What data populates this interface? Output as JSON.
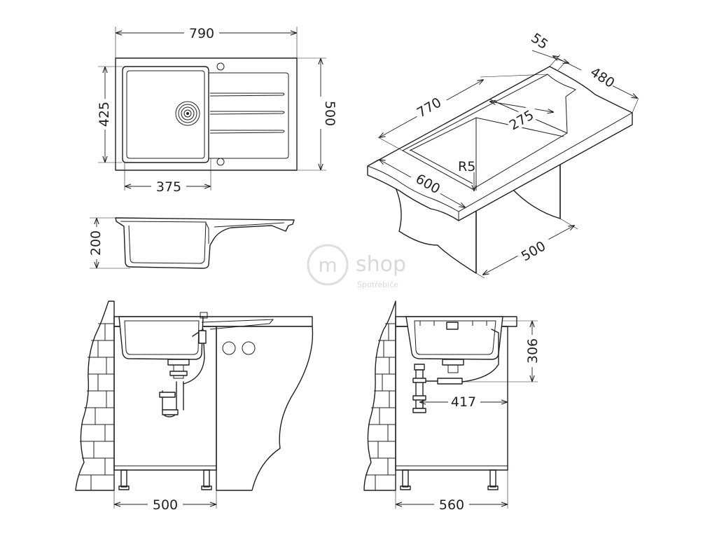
{
  "dimensions": {
    "top_width": "790",
    "top_depth": "500",
    "bowl_depth_width": "425",
    "bowl_width": "375",
    "bowl_height": "200",
    "iso_length": "770",
    "iso_rim": "55",
    "iso_depth": "480",
    "iso_bowl_width": "275",
    "iso_radius": "R5",
    "iso_cabinet_width": "600",
    "iso_cabinet_depth": "500",
    "front_cabinet_width": "500",
    "side_drain_height": "306",
    "side_drain_offset": "417",
    "side_cabinet_depth": "560"
  },
  "watermark": {
    "logo": "m",
    "brand": "shop",
    "tagline": "Spotřebiče"
  },
  "colors": {
    "line": "#231f20",
    "watermark": "#d9d9d9",
    "background": "#ffffff"
  }
}
